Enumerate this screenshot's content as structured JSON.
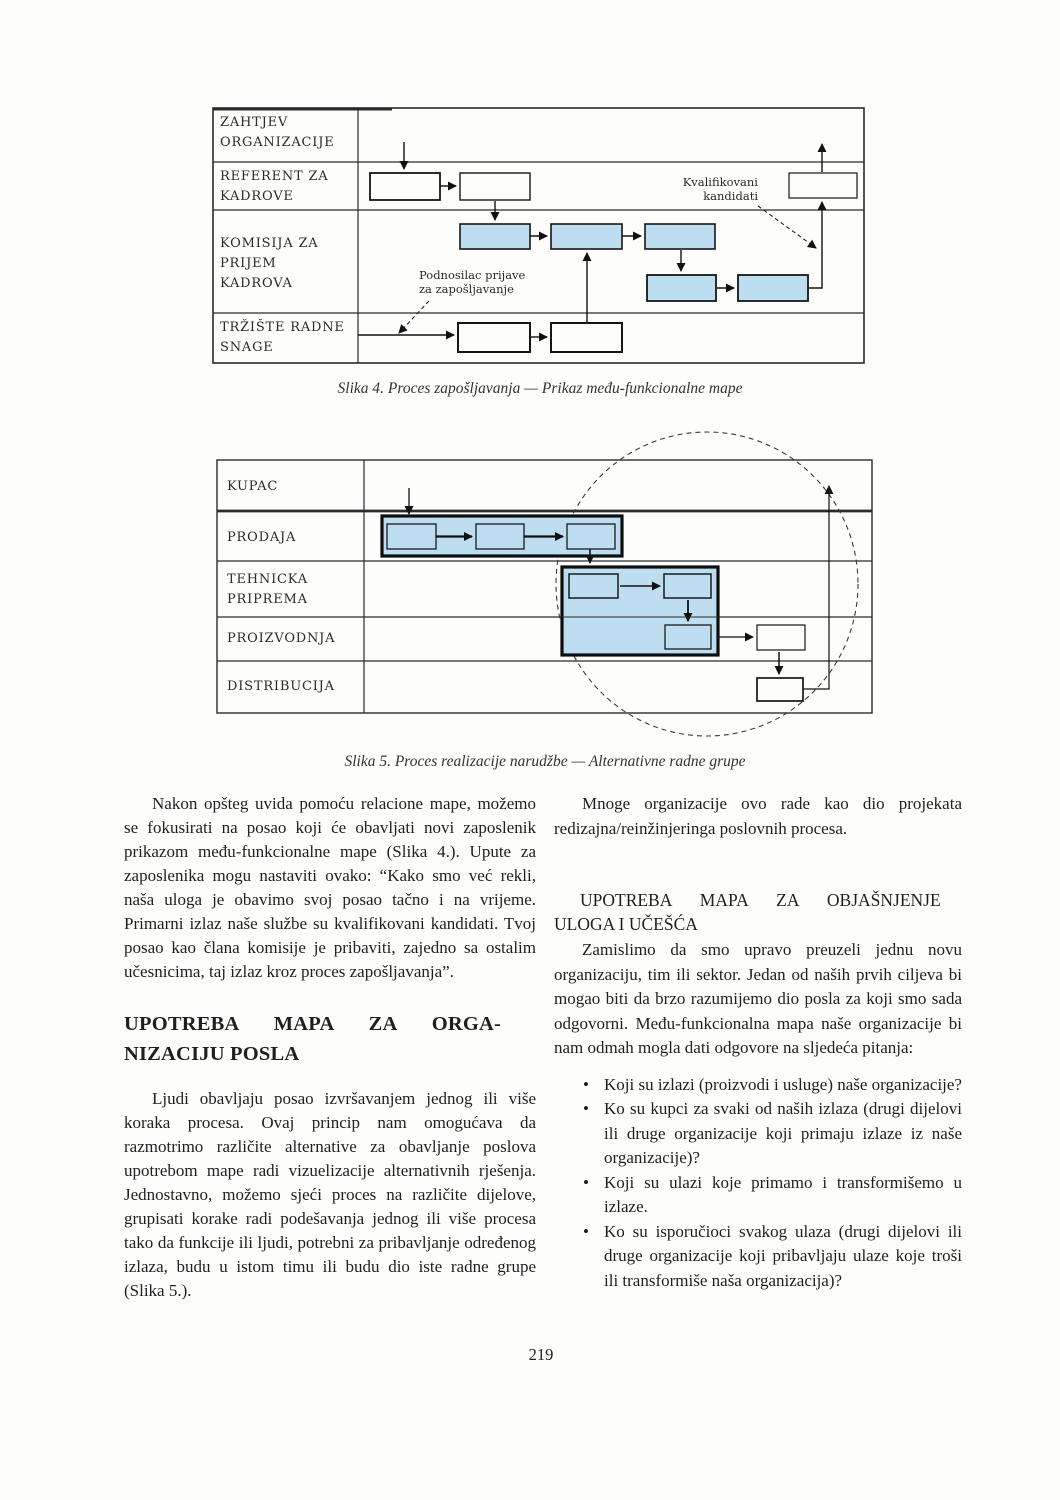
{
  "page": {
    "number": "219"
  },
  "figure4": {
    "caption": "Slika 4. Proces zapošljavanja — Prikaz među-funkcionalne mape",
    "lanes": [
      "ZAHTJEV\nORGANIZACIJE",
      "REFERENT ZA\nKADROVE",
      "KOMISIJA ZA\nPRIJEM\nKADROVA",
      "TRŽIŠTE RADNE\nSNAGE"
    ],
    "annotations": {
      "qualified": "Kvalifikovani\nkandidati",
      "applicant": "Podnosilac prijave\nza zapošljavanje"
    }
  },
  "figure5": {
    "caption": "Slika 5. Proces realizacije narudžbe — Alternativne radne grupe",
    "lanes": [
      "KUPAC",
      "PRODAJA",
      "TEHNICKA\nPRIPREMA",
      "PROIZVODNJA",
      "DISTRIBUCIJA"
    ]
  },
  "left_column": {
    "para1": "Nakon opšteg uvida pomoću relacione mape, možemo se fokusirati na posao koji će obavljati novi zaposlenik prikazom među-funkcionalne mape (Slika 4.). Upute za zaposlenika mogu nastaviti ovako: “Kako smo već rekli, naša uloga je obavimo svoj posao tačno i na vrijeme. Primarni izlaz naše službe su kvalifikovani kandidati. Tvoj posao kao člana komisije je pribaviti, zajedno sa ostalim učesnicima, taj izlaz kroz proces zapošljavanja”.",
    "heading": [
      "UPOTREBA MAPA ZA ORGA-",
      "NIZACIJU POSLA"
    ],
    "para2": "Ljudi obavljaju posao izvršavanjem jednog ili više koraka procesa. Ovaj princip nam omogućava da razmotrimo različite alternative za obavljanje poslova upotrebom mape radi vizuelizacije alternativnih rješenja. Jednostavno, možemo sjeći proces na različite dijelove, grupisati korake radi podešavanja jednog ili više procesa tako da funkcije ili ljudi, potrebni za pribavljanje određenog izlaza, budu u istom timu ili budu dio iste radne grupe (Slika 5.)."
  },
  "right_column": {
    "para1": "Mnoge organizacije ovo rade kao dio projekata redizajna/reinžinjeringa poslovnih procesa.",
    "heading": [
      "UPOTREBA MAPA ZA OBJAŠNJENJE",
      "ULOGA I UČEŠĆA"
    ],
    "para2": "Zamislimo da smo upravo preuzeli jednu novu organizaciju, tim ili sektor. Jedan od naših prvih ciljeva bi mogao biti da brzo razumijemo dio posla za koji smo sada odgovorni. Među-funkcionalna mapa naše organizacije bi nam odmah mogla dati odgovore na sljedeća pitanja:",
    "bullets": [
      "Koji su izlazi (proizvodi i usluge) naše organizacije?",
      "Ko su kupci za svaki od naših izlaza (drugi dijelovi ili druge organizacije koji primaju izlaze iz naše organizacije)?",
      "Koji su ulazi koje primamo i transformišemo u izlaze.",
      "Ko su isporučioci svakog ulaza (drugi dijelovi ili druge organizacije koji pribavljaju ulaze koje troši ili transformiše naša organizacija)?"
    ]
  },
  "colors": {
    "box_fill": "#bdddf0",
    "line": "#2b2b2b"
  }
}
